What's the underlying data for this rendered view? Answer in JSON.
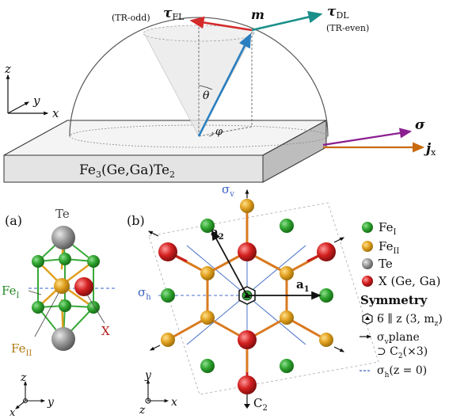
{
  "top": {
    "axes": {
      "z": "z",
      "y": "y",
      "x": "x"
    },
    "slab_label": {
      "a": "Fe",
      "b": "3",
      "c": "(Ge,Ga)Te",
      "d": "2"
    },
    "tau_fl": {
      "sym": "τ",
      "sub": "FL"
    },
    "tau_dl": {
      "sym": "τ",
      "sub": "DL"
    },
    "tr_odd": "(TR-odd)",
    "tr_even": "(TR-even)",
    "m": "m",
    "theta": "θ",
    "phi": "φ",
    "sigma": "σ",
    "j": {
      "sym": "j",
      "sub": "x"
    },
    "colors": {
      "tau_fl": "#d42a2a",
      "tau_dl": "#1a8f8a",
      "m": "#2a7fc0",
      "sigma": "#8a1f8f",
      "j": "#c86a10"
    }
  },
  "panel_a": {
    "label": "(a)",
    "te": "Te",
    "fe1": {
      "a": "Fe",
      "b": "I"
    },
    "fe2": {
      "a": "Fe",
      "b": "II"
    },
    "x": "X",
    "axes": {
      "z": "z",
      "y": "y",
      "x": "x"
    }
  },
  "panel_b": {
    "label": "(b)",
    "sigma_v": {
      "a": "σ",
      "b": "v"
    },
    "sigma_h": {
      "a": "σ",
      "b": "h"
    },
    "a1": {
      "a": "a",
      "b": "1"
    },
    "a2": {
      "a": "a",
      "b": "2"
    },
    "c2": {
      "a": "C",
      "b": "2"
    },
    "axes": {
      "y": "y",
      "z": "z",
      "x": "x"
    }
  },
  "legend": {
    "items": [
      {
        "a": "Fe",
        "b": "I",
        "c": "",
        "color": "#2fa32f"
      },
      {
        "a": "Fe",
        "b": "II",
        "c": "",
        "color": "#e0a020"
      },
      {
        "a": "Te",
        "b": "",
        "c": "",
        "color": "#9a9a9a"
      },
      {
        "a": "X (Ge, Ga)",
        "b": "",
        "c": "",
        "color": "#d42020"
      }
    ],
    "symmetry_title": "Symmetry",
    "sym1": "6̅ ∥ z (3, m",
    "sym1_sub": "z",
    "sym1_end": ")",
    "sym2": {
      "a": "σ",
      "b": "v",
      "c": "plane"
    },
    "sym3": {
      "a": "⊃ C",
      "b": "2",
      "c": "(×3)"
    },
    "sym4": {
      "a": "σ",
      "b": "h",
      "c": "(z = 0)"
    }
  }
}
